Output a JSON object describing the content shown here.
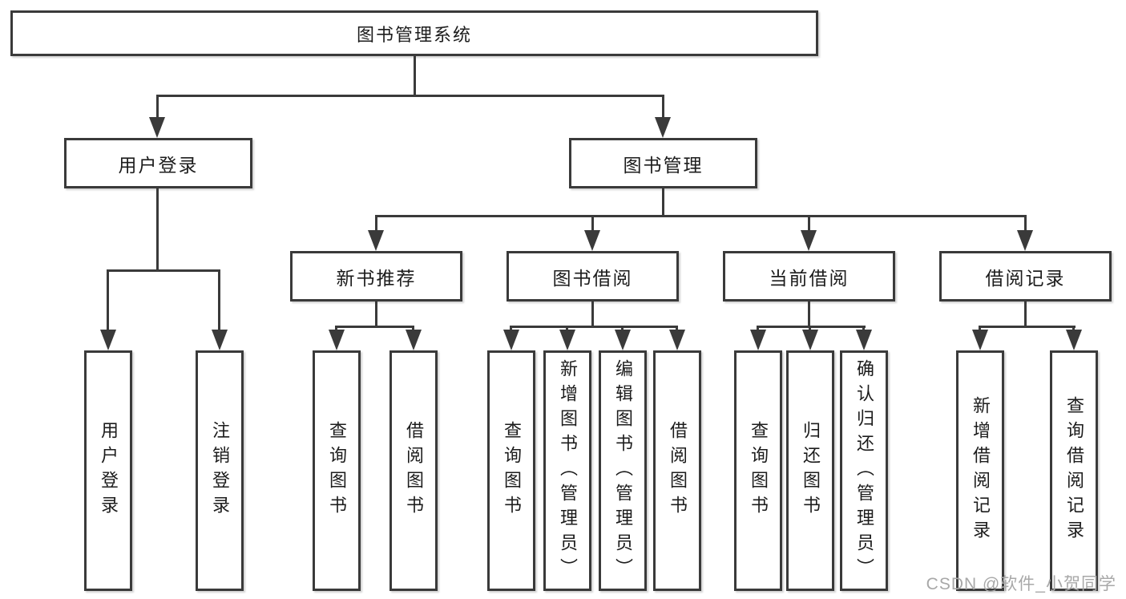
{
  "tree": {
    "root": {
      "label": "图书管理系统",
      "children": [
        {
          "label": "用户登录",
          "children": [
            {
              "label": "用户登录"
            },
            {
              "label": "注销登录"
            }
          ]
        },
        {
          "label": "图书管理",
          "children": [
            {
              "label": "新书推荐",
              "children": [
                {
                  "label": "查询图书"
                },
                {
                  "label": "借阅图书"
                }
              ]
            },
            {
              "label": "图书借阅",
              "children": [
                {
                  "label": "查询图书"
                },
                {
                  "label": "新增图书（管理员）"
                },
                {
                  "label": "编辑图书（管理员）"
                },
                {
                  "label": "借阅图书"
                }
              ]
            },
            {
              "label": "当前借阅",
              "children": [
                {
                  "label": "查询图书"
                },
                {
                  "label": "归还图书"
                },
                {
                  "label": "确认归还（管理员）"
                }
              ]
            },
            {
              "label": "借阅记录",
              "children": [
                {
                  "label": "新增借阅记录"
                },
                {
                  "label": "查询借阅记录"
                }
              ]
            }
          ]
        }
      ]
    }
  },
  "watermark": {
    "text": "CSDN @软件_小贺同学"
  },
  "colors": {
    "line": "#3a3a3a",
    "box_border": "#3a3a3a",
    "box_fill": "#ffffff",
    "text": "#1c1c1c",
    "watermark": "#a8a8a8"
  }
}
